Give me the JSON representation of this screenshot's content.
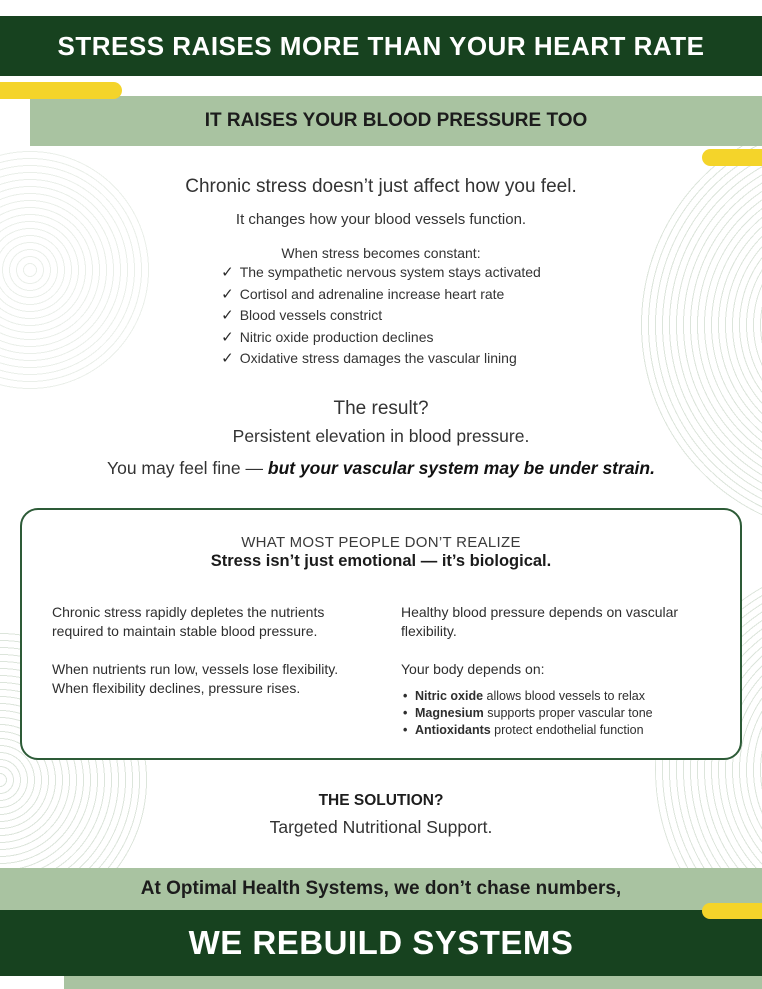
{
  "colors": {
    "dark_green": "#17421f",
    "sage_green": "#a9c3a1",
    "accent_yellow": "#f4d42a",
    "body_text": "#2e2e2e"
  },
  "header": {
    "title": "STRESS RAISES MORE THAN YOUR HEART RATE",
    "subtitle": "IT RAISES YOUR BLOOD PRESSURE TOO"
  },
  "intro": {
    "line1": "Chronic stress doesn’t just affect how you feel.",
    "line2": "It changes how your blood vessels function.",
    "list_title": "When stress becomes constant:",
    "check_icon": "✓",
    "checklist": [
      "The sympathetic nervous system stays activated",
      "Cortisol and adrenaline increase heart rate",
      "Blood vessels constrict",
      "Nitric oxide production declines",
      "Oxidative stress damages the vascular lining"
    ],
    "result_question": "The result?",
    "result_answer": "Persistent elevation in blood pressure.",
    "feel_fine_plain": "You may feel fine —  ",
    "feel_fine_emphasis": "but your vascular system may be under strain."
  },
  "realize_box": {
    "title": "WHAT MOST PEOPLE DON’T REALIZE",
    "subtitle": "Stress isn’t just emotional — it’s biological.",
    "left_paragraph1": "Chronic stress rapidly depletes the nutrients required to maintain stable blood pressure.",
    "left_paragraph2": "When nutrients run low, vessels lose flexibility.  When flexibility declines, pressure rises.",
    "right_paragraph1": "Healthy blood pressure depends on vascular flexibility.",
    "right_list_title": "Your body depends on:",
    "bullet_icon": "•",
    "nutrients": [
      {
        "bold": "Nitric oxide",
        "rest": " allows blood vessels to relax"
      },
      {
        "bold": "Magnesium",
        "rest": " supports proper vascular tone"
      },
      {
        "bold": "Antioxidants",
        "rest": " protect endothelial function"
      }
    ]
  },
  "solution": {
    "title": "THE SOLUTION?",
    "subtitle": "Targeted Nutritional Support."
  },
  "footer": {
    "line1": "At Optimal Health Systems, we don’t chase numbers,",
    "line2": "WE REBUILD SYSTEMS"
  }
}
